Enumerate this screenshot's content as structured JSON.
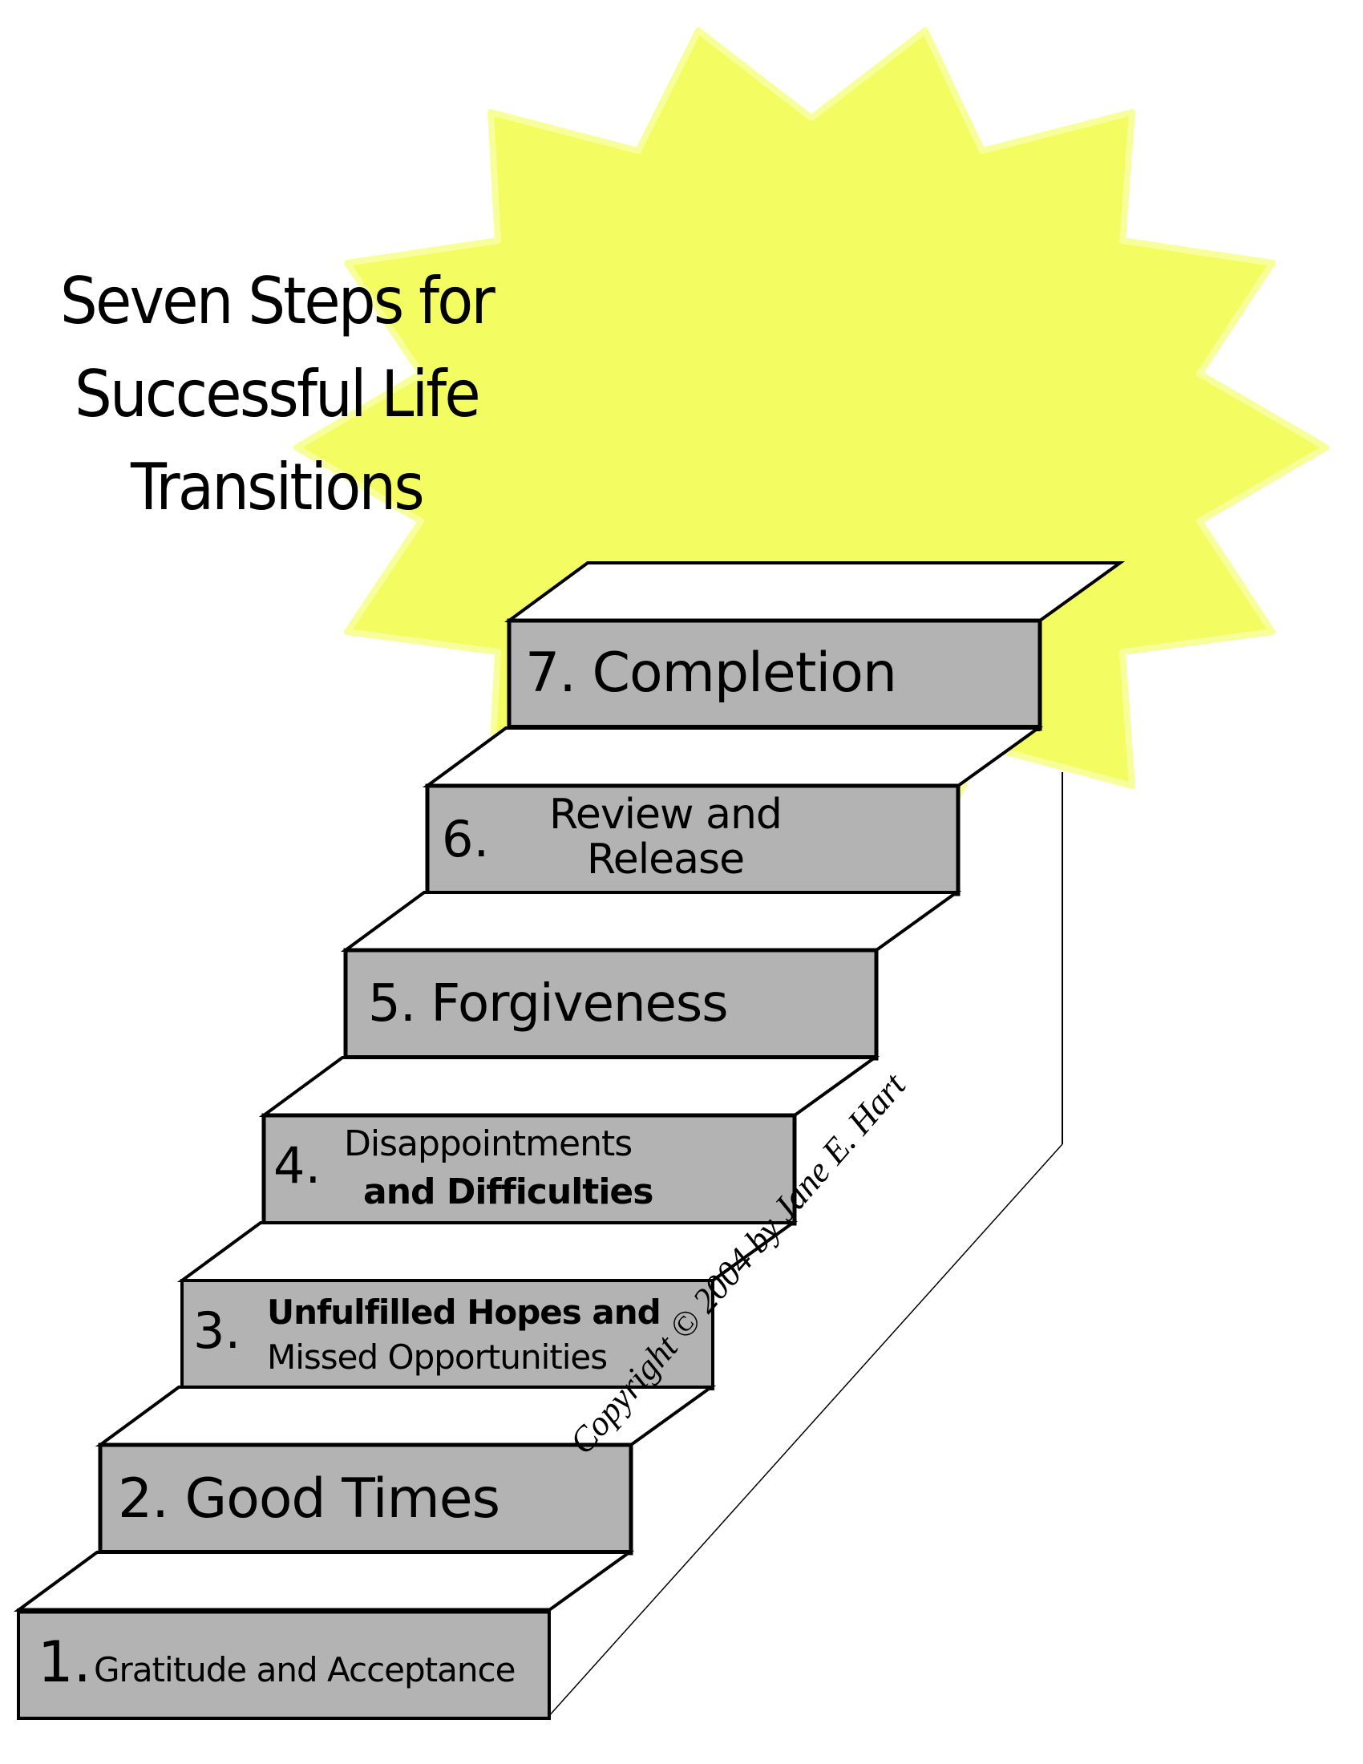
{
  "title": {
    "lines": [
      "Seven Steps for",
      "Successful Life",
      "Transitions"
    ]
  },
  "colors": {
    "starburst": "#f3fd62",
    "step_front": "#b3b3b3",
    "step_top": "#ffffff",
    "outline": "#000000"
  },
  "steps": [
    {
      "number": "1.",
      "label_lines": [
        "Gratitude and Acceptance"
      ]
    },
    {
      "number": "2.",
      "label_lines": [
        "Good Times"
      ]
    },
    {
      "number": "3.",
      "label_lines": [
        "Unfulfilled Hopes and",
        "Missed Opportunities"
      ]
    },
    {
      "number": "4.",
      "label_lines": [
        "Disappointments",
        "and Difficulties"
      ]
    },
    {
      "number": "5.",
      "label_lines": [
        "Forgiveness"
      ]
    },
    {
      "number": "6.",
      "label_lines": [
        "Review and",
        "Release"
      ]
    },
    {
      "number": "7.",
      "label_lines": [
        "Completion"
      ]
    }
  ],
  "copyright": "Copyright © 2004 by Jane E. Hart"
}
